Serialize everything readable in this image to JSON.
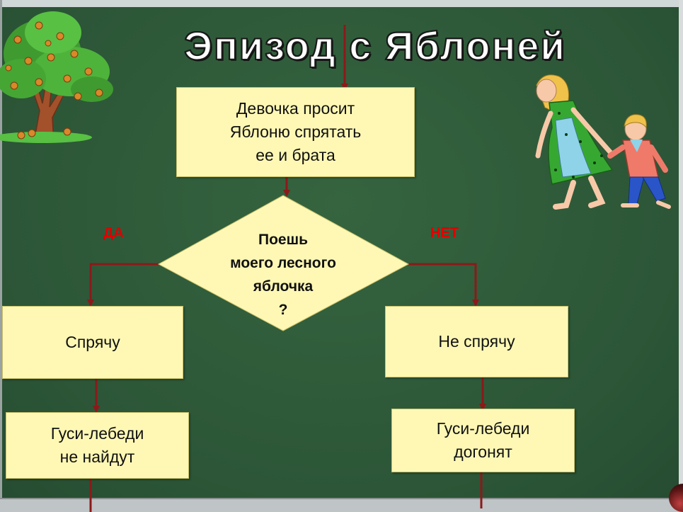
{
  "title": "Эпизод  с Яблоней",
  "start_box": "Девочка просит\nЯблоню спрятать\nее и брата",
  "decision": "Поешь\nмоего лесного\nяблочка\n?",
  "yes_label": "ДА",
  "no_label": "НЕТ",
  "yes_box": "Спрячу",
  "no_box": "Не спрячу",
  "yes_result": "Гуси-лебеди\nне найдут",
  "no_result": "Гуси-лебеди\nдогонят",
  "colors": {
    "board": "#2f5b3a",
    "box_fill": "#fff8b5",
    "arrow": "#8b1a1a",
    "label": "#e00000"
  }
}
